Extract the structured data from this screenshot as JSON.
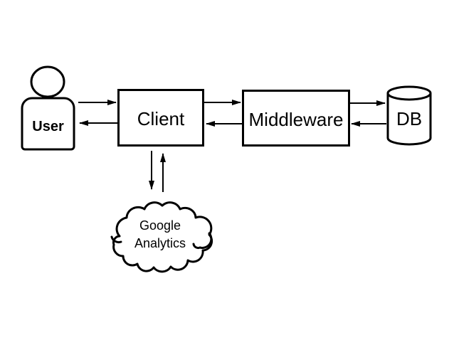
{
  "diagram": {
    "type": "architecture-flow",
    "background": "#ffffff",
    "colors": {
      "stroke": "#000000",
      "fill": "#ffffff",
      "text": "#000000"
    },
    "nodes": {
      "user": {
        "label": "User",
        "shape": "person"
      },
      "client": {
        "label": "Client",
        "shape": "rectangle"
      },
      "middleware": {
        "label": "Middleware",
        "shape": "rectangle"
      },
      "db": {
        "label": "DB",
        "shape": "cylinder"
      },
      "analytics": {
        "label": "Google Analytics",
        "line1": "Google",
        "line2": "Analytics",
        "shape": "cloud"
      }
    },
    "edges": [
      {
        "from": "User",
        "to": "Client",
        "direction": "right"
      },
      {
        "from": "Client",
        "to": "User",
        "direction": "left"
      },
      {
        "from": "Client",
        "to": "Middleware",
        "direction": "right"
      },
      {
        "from": "Middleware",
        "to": "Client",
        "direction": "left"
      },
      {
        "from": "Middleware",
        "to": "DB",
        "direction": "right"
      },
      {
        "from": "DB",
        "to": "Middleware",
        "direction": "left"
      },
      {
        "from": "Client",
        "to": "Google Analytics",
        "direction": "down"
      },
      {
        "from": "Google Analytics",
        "to": "Client",
        "direction": "up"
      }
    ]
  }
}
